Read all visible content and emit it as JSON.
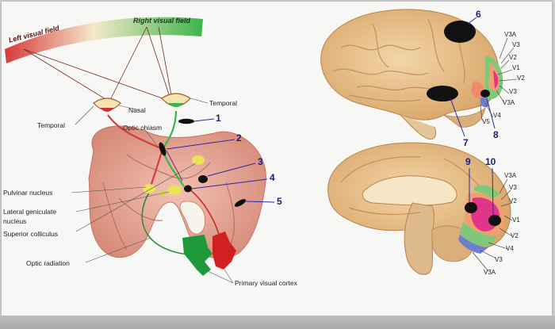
{
  "visual_field": {
    "left": "Left visual field",
    "right": "Right visual field"
  },
  "labels": {
    "nasal": "Nasal",
    "temporal_right": "Temporal",
    "temporal_left": "Temporal",
    "optic_chiasm": "Optic chiasm",
    "pulvinar_nucleus": "Pulvinar nucleus",
    "lateral_geniculate_line1": "Lateral geniculate",
    "lateral_geniculate_line2": "nucleus",
    "superior_colliculus": "Superior colliculus",
    "optic_radiation": "Optic radiation",
    "primary_visual_cortex": "Primary visual cortex"
  },
  "lesion_numbers": [
    "1",
    "2",
    "3",
    "4",
    "5",
    "6",
    "7",
    "8",
    "9",
    "10"
  ],
  "upper_brain_areas": [
    "V3A",
    "V3",
    "V2",
    "V1",
    "V2",
    "V3",
    "V3A",
    "V4",
    "V5"
  ],
  "lower_brain_areas": [
    "V3A",
    "V3",
    "V2",
    "V1",
    "V2",
    "V4",
    "V3",
    "V3A"
  ],
  "colors": {
    "field_gradient_left": "#d63a3a",
    "field_gradient_right": "#3bb54a",
    "number_blue": "#1d1d7a",
    "lesion": "#111111",
    "brain": "#e8c08a",
    "brain_section": "#d98b7a",
    "v1": "#e0358a",
    "v2": "#f0a070",
    "v3": "#7fc87a",
    "v4": "#6f7fd0"
  }
}
